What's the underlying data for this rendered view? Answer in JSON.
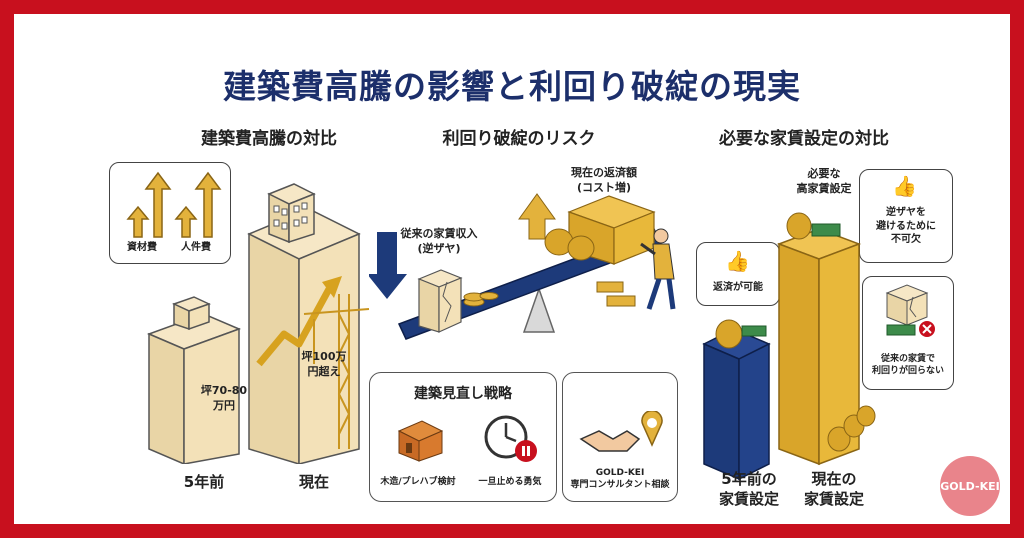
{
  "title": "建築費高騰の影響と利回り破綻の現実",
  "sections": {
    "left": {
      "title": "建築費高騰の対比",
      "bubble_items": [
        "資材費",
        "人件費"
      ],
      "small_building_label": "坪70-80\n万円",
      "tall_building_label": "坪100万\n円超え",
      "bottom_labels": [
        "5年前",
        "現在"
      ]
    },
    "center": {
      "title": "利回り破綻のリスク",
      "left_label": "従来の家賃収入\n(逆ザヤ)",
      "right_label": "現在の返済額\n(コスト増)",
      "strategy_title": "建築見直し戦略",
      "strategy_items": [
        "木造/プレハブ検討",
        "一旦止める勇気"
      ],
      "consultant_label": "GOLD-KEI\n専門コンサルタント相談"
    },
    "right": {
      "title": "必要な家賃設定の対比",
      "bubble_left": "返済が可能",
      "high_rent_label": "必要な\n高家賃設定",
      "bubble_right": "逆ザヤを\n避けるために\n不可欠",
      "bubble_bottom": "従来の家賃で\n利回りが回らない",
      "bottom_labels": [
        "5年前の\n家賃設定",
        "現在の\n家賃設定"
      ]
    }
  },
  "logo": "GOLD-KEI",
  "colors": {
    "frame": "#c8101e",
    "title": "#1c2f6b",
    "navy": "#1d3a7a",
    "gold": "#e3b23c",
    "beige": "#f3e1b8"
  }
}
